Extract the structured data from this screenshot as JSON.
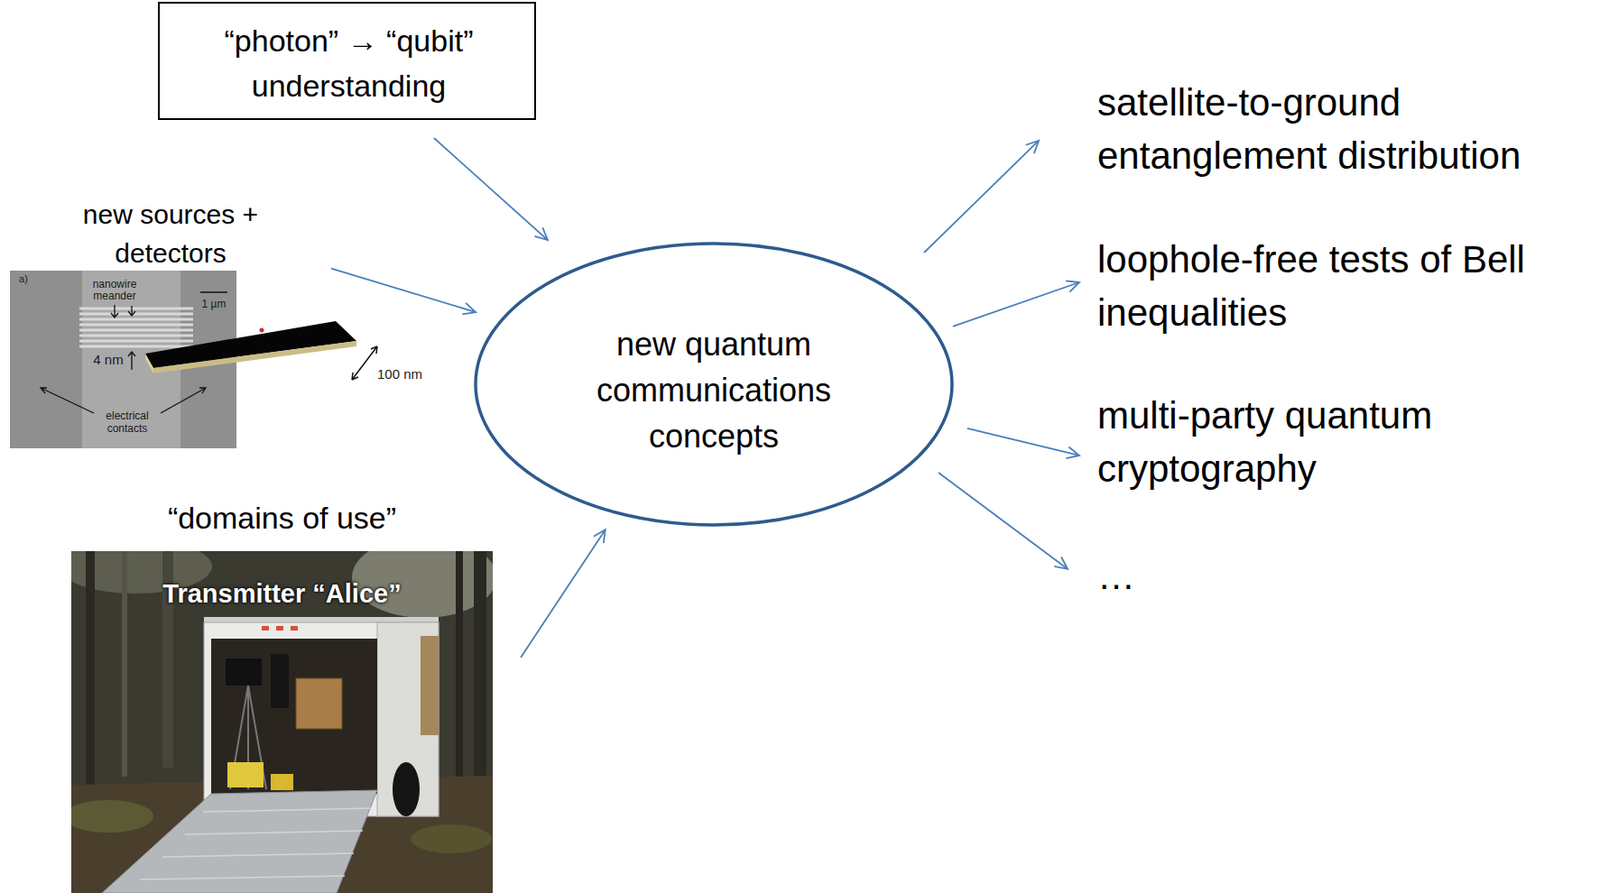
{
  "diagram": {
    "nodes": [
      {
        "text": [
          "“photon” → “qubit” understanding"
        ]
      },
      {
        "text": [
          "new sources + detectors"
        ]
      },
      {
        "text": [
          "“domains of use”",
          "Transmitter “Alice”"
        ]
      },
      {
        "text": [
          "new quantum communications concepts"
        ]
      },
      {
        "text": [
          "satellite-to-ground entanglement distribution"
        ]
      },
      {
        "text": [
          "loophole-free tests of Bell inequalities"
        ]
      },
      {
        "text": [
          "multi-party quantum cryptography"
        ]
      },
      {
        "text": [
          "…"
        ]
      }
    ],
    "edges": [
      {
        "from": 0,
        "to": 3,
        "arrow": "to"
      },
      {
        "from": 1,
        "to": 3,
        "arrow": "to"
      },
      {
        "from": 2,
        "to": 3,
        "arrow": "to"
      },
      {
        "from": 3,
        "to": 4,
        "arrow": "to"
      },
      {
        "from": 3,
        "to": 5,
        "arrow": "to"
      },
      {
        "from": 3,
        "to": 6,
        "arrow": "to"
      },
      {
        "from": 3,
        "to": 7,
        "arrow": "to"
      }
    ],
    "labels": [
      "a)",
      "nanowire meander",
      "1 µm",
      "4 nm",
      "electrical contacts",
      "100 nm"
    ]
  }
}
